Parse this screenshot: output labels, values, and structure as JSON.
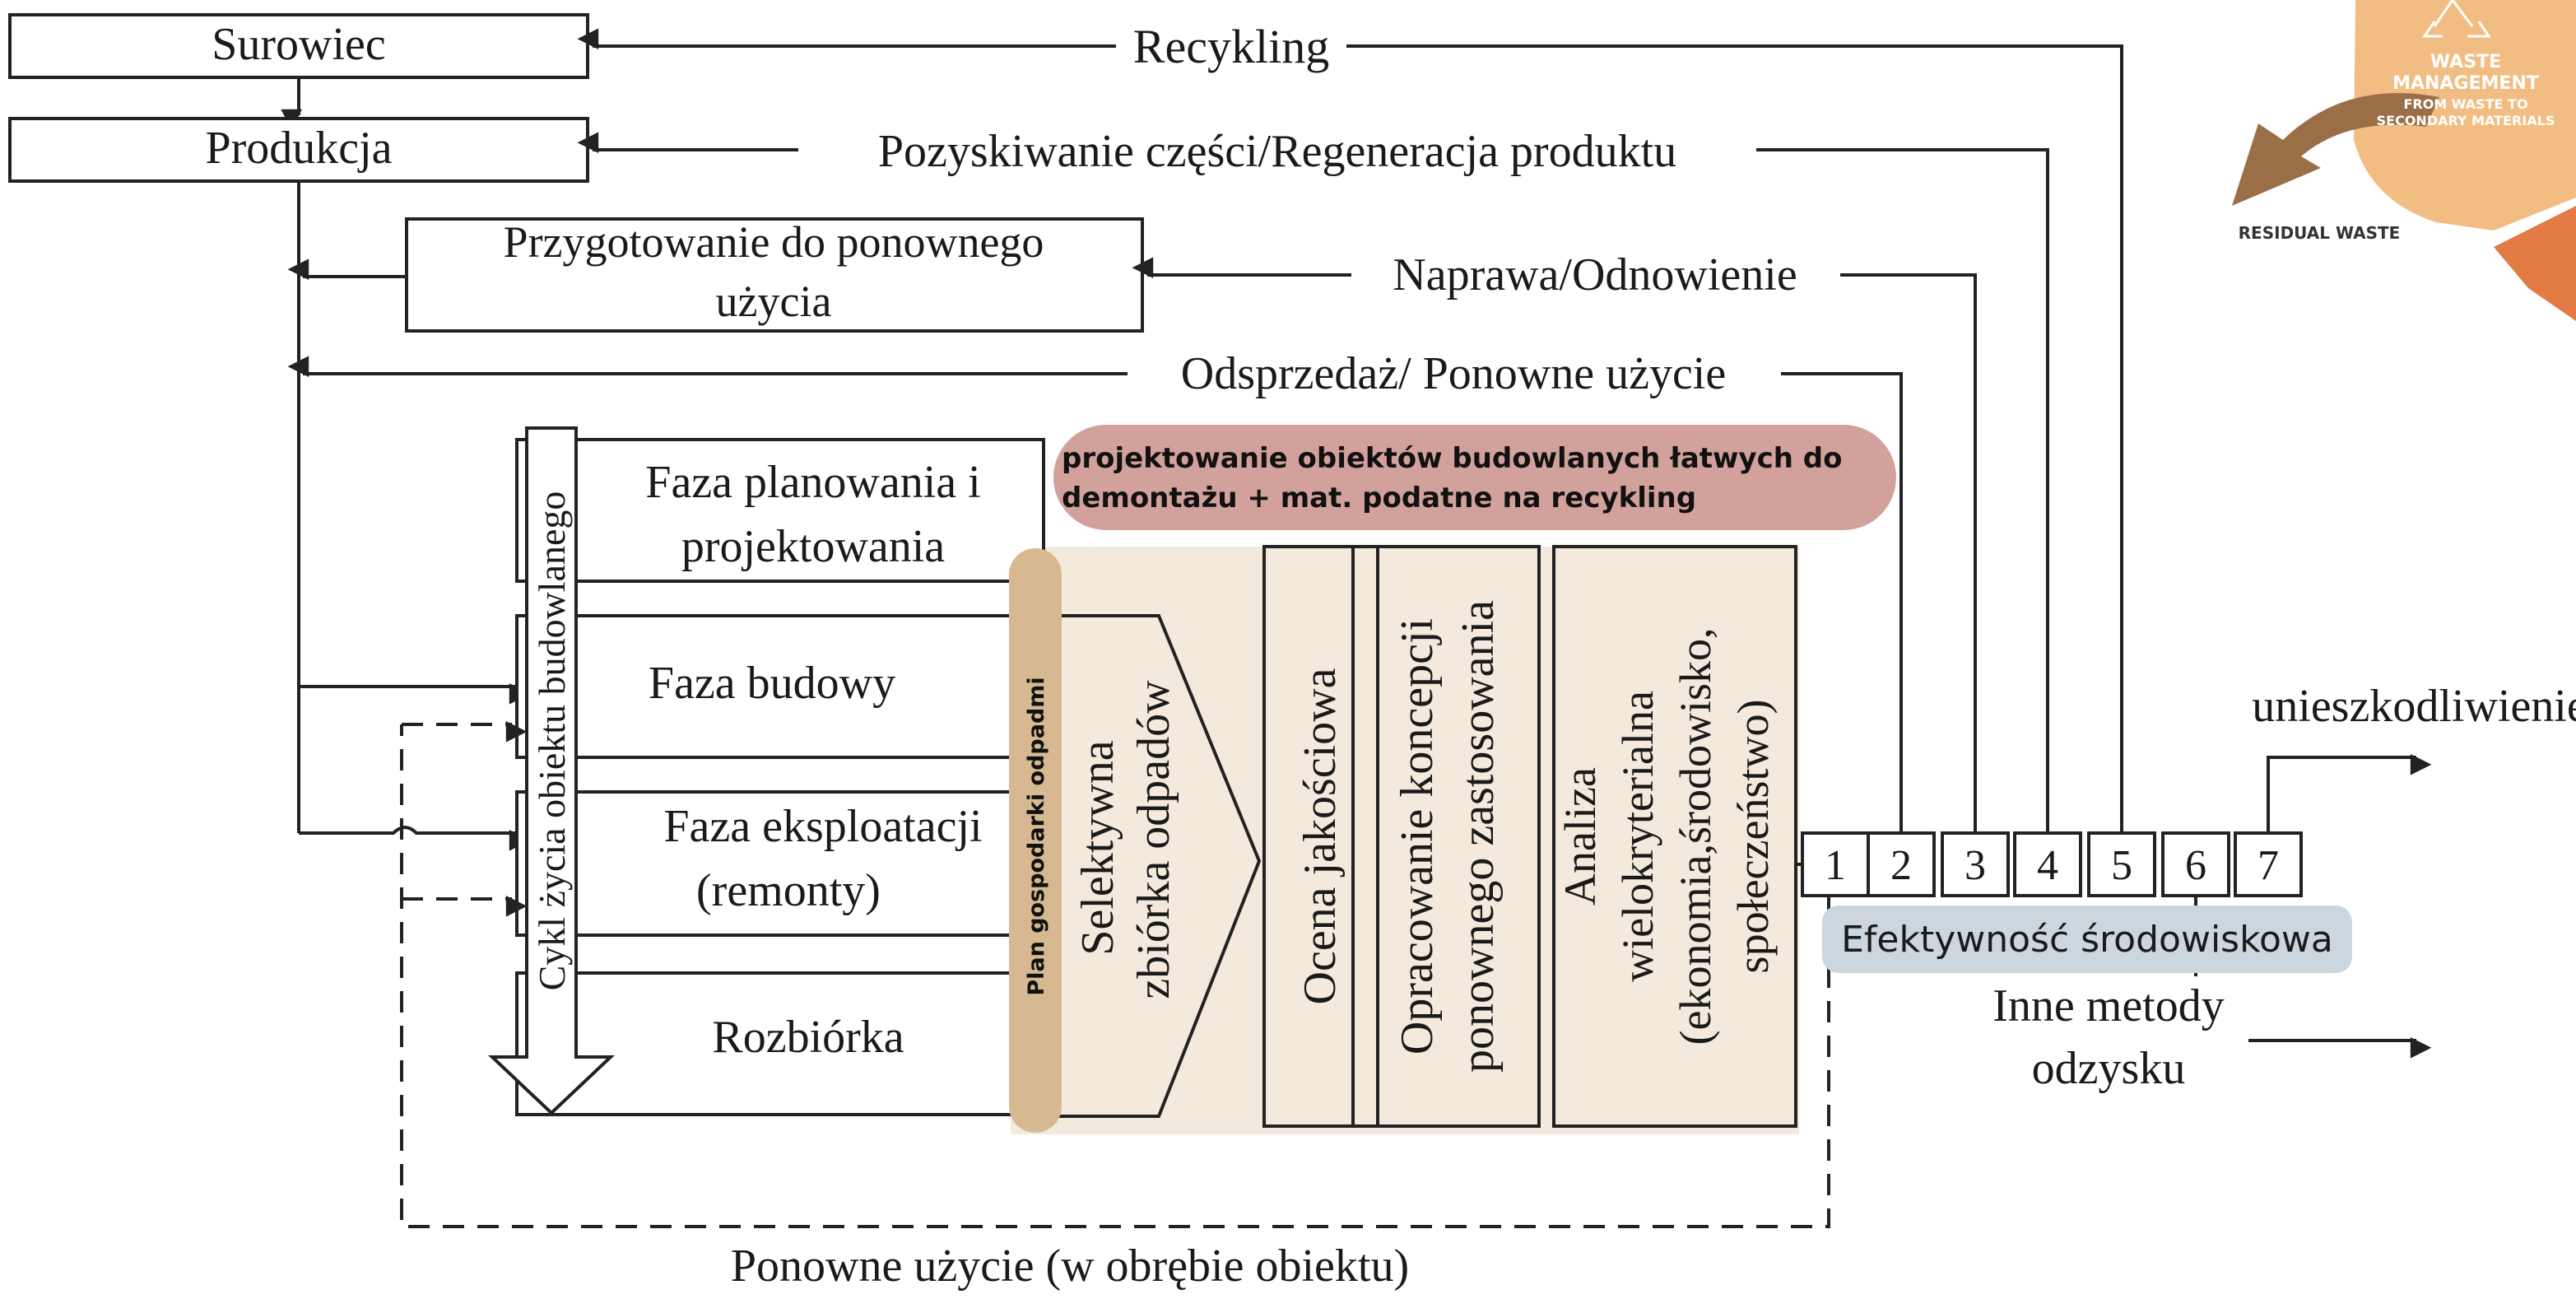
{
  "supply_chain": {
    "surowiec": "Surowiec",
    "produkcja": "Produkcja",
    "przygotowanie_line1": "Przygotowanie do ponownego",
    "przygotowanie_line2": "użycia"
  },
  "loops": {
    "recykling": "Recykling",
    "pozyskiwanie": "Pozyskiwanie części/Regeneracja produktu",
    "naprawa": "Naprawa/Odnowienie",
    "odsprzedaz": "Odsprzedaż/ Ponowne użycie"
  },
  "phases": {
    "planowanie_line1": "Faza planowania i",
    "planowanie_line2": "projektowania",
    "budowa": "Faza budowy",
    "eksploatacja_line1": "Faza eksploatacji",
    "eksploatacja_line2": "(remonty)",
    "rozbiorka": "Rozbiórka",
    "lifecycle_arrow": "Cykl życia obiektu budowlanego"
  },
  "steps": {
    "selektywna_line1": "Selektywna",
    "selektywna_line2": "zbiórka odpadów",
    "ocena": "Ocena jakościowa",
    "opracowanie_line1": "Opracowanie koncepcji",
    "opracowanie_line2": "ponownego zastosowania",
    "analiza_line1": "Analiza",
    "analiza_line2": "wielokryterialna",
    "analiza_line3": "(ekonomia,środowisko,",
    "analiza_line4": "społeczeństwo)"
  },
  "overlays": {
    "plan_gospodarki": "Plan gospodarki odpadmi",
    "projektowanie_line1": "projektowanie obiektów budowlanych łatwych do",
    "projektowanie_line2": "demontażu + mat. podatne na recykling",
    "efektywnosc": "Efektywność środowiskowa"
  },
  "numbers": [
    "1",
    "2",
    "3",
    "4",
    "5",
    "6",
    "7"
  ],
  "outputs": {
    "unieszkodliwienie": "unieszkodliwienie",
    "inne_line1": "Inne metody",
    "inne_line2": "odzysku",
    "ponowne_obiekt": "Ponowne użycie (w obrębie obiektu)"
  },
  "logo": {
    "line1": "WASTE",
    "line2": "MANAGEMENT",
    "line3": "FROM WASTE TO",
    "line4": "SECONDARY MATERIALS",
    "residual": "RESIDUAL WASTE",
    "icon": "recycle-icon"
  },
  "colors": {
    "beige_panel": "#f3e9dc",
    "tan_bar": "#d6b990",
    "rose_box": "#d3a19c",
    "gray_box": "#ccd6df",
    "logo_orange": "#f2bd83",
    "logo_dark_orange": "#e27a44",
    "logo_brown_arrow": "#9a6f48"
  }
}
